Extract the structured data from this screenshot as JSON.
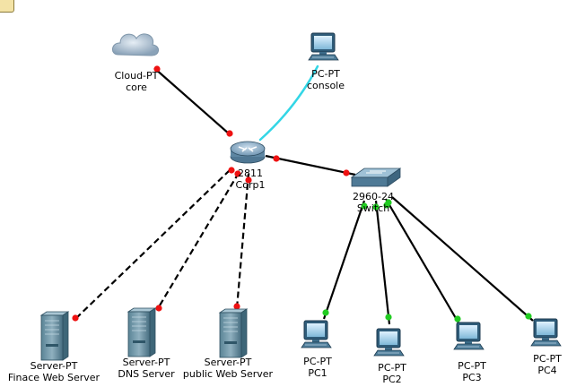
{
  "devices": [
    {
      "id": "cloud",
      "model": "Cloud-PT",
      "name": "core",
      "kind": "cloud"
    },
    {
      "id": "console",
      "model": "PC-PT",
      "name": "console",
      "kind": "pc"
    },
    {
      "id": "router",
      "model": "2811",
      "name": "Corp1",
      "kind": "router"
    },
    {
      "id": "switch",
      "model": "2960-24",
      "name": "Switch",
      "kind": "switch"
    },
    {
      "id": "srv1",
      "model": "Server-PT",
      "name": "Finace Web Server",
      "kind": "server"
    },
    {
      "id": "srv2",
      "model": "Server-PT",
      "name": "DNS Server",
      "kind": "server"
    },
    {
      "id": "srv3",
      "model": "Server-PT",
      "name": "public Web Server",
      "kind": "server"
    },
    {
      "id": "pc1",
      "model": "PC-PT",
      "name": "PC1",
      "kind": "pc"
    },
    {
      "id": "pc2",
      "model": "PC-PT",
      "name": "PC2",
      "kind": "pc"
    },
    {
      "id": "pc3",
      "model": "PC-PT",
      "name": "PC3",
      "kind": "pc"
    },
    {
      "id": "pc4",
      "model": "PC-PT",
      "name": "PC4",
      "kind": "pc"
    }
  ],
  "links": [
    {
      "from": "cloud",
      "to": "router",
      "style": "solid",
      "color": "#000000",
      "end_status": [
        "down",
        "down"
      ]
    },
    {
      "from": "console",
      "to": "router",
      "style": "console",
      "color": "#33d6e6",
      "end_status": [
        "none",
        "none"
      ]
    },
    {
      "from": "router",
      "to": "switch",
      "style": "solid",
      "color": "#000000",
      "end_status": [
        "down",
        "down"
      ]
    },
    {
      "from": "router",
      "to": "srv1",
      "style": "dashed",
      "color": "#000000",
      "end_status": [
        "down",
        "down"
      ]
    },
    {
      "from": "router",
      "to": "srv2",
      "style": "dashed",
      "color": "#000000",
      "end_status": [
        "down",
        "down"
      ]
    },
    {
      "from": "router",
      "to": "srv3",
      "style": "dashed",
      "color": "#000000",
      "end_status": [
        "down",
        "down"
      ]
    },
    {
      "from": "switch",
      "to": "pc1",
      "style": "solid",
      "color": "#000000",
      "end_status": [
        "up",
        "up"
      ]
    },
    {
      "from": "switch",
      "to": "pc2",
      "style": "solid",
      "color": "#000000",
      "end_status": [
        "up",
        "up"
      ]
    },
    {
      "from": "switch",
      "to": "pc3",
      "style": "solid",
      "color": "#000000",
      "end_status": [
        "up",
        "up"
      ]
    },
    {
      "from": "switch",
      "to": "pc4",
      "style": "solid",
      "color": "#000000",
      "end_status": [
        "up",
        "up"
      ]
    }
  ],
  "status_colors": {
    "up": "#22cc22",
    "down": "#ee1111"
  }
}
